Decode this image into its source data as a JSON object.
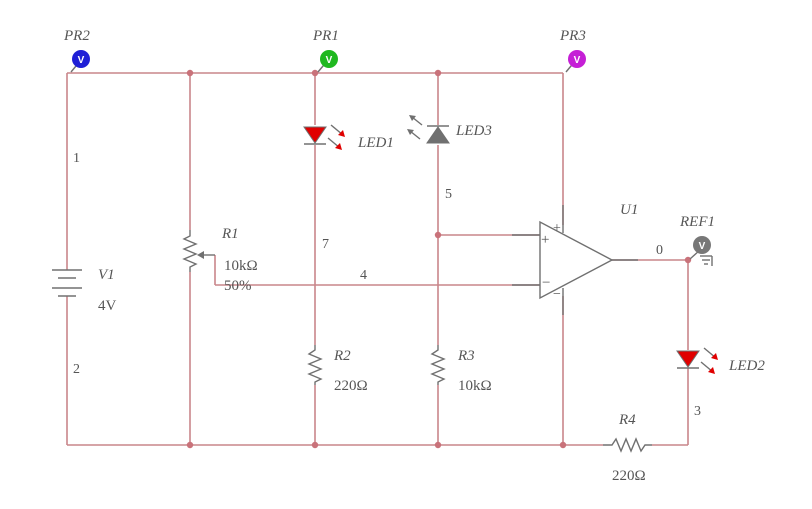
{
  "probes": {
    "pr2": {
      "label": "PR2",
      "glyph": "V",
      "color": "#1f1fd6"
    },
    "pr1": {
      "label": "PR1",
      "glyph": "V",
      "color": "#1fb81f"
    },
    "pr3": {
      "label": "PR3",
      "glyph": "V",
      "color": "#c51fd6"
    },
    "ref1": {
      "label": "REF1",
      "glyph": "V",
      "color": "#777777"
    }
  },
  "components": {
    "v1": {
      "name": "V1",
      "value": "4V"
    },
    "r1": {
      "name": "R1",
      "value": "10kΩ",
      "setting": "50%"
    },
    "r2": {
      "name": "R2",
      "value": "220Ω"
    },
    "r3": {
      "name": "R3",
      "value": "10kΩ"
    },
    "r4": {
      "name": "R4",
      "value": "220Ω"
    },
    "led1": {
      "name": "LED1",
      "color": "#e00000"
    },
    "led2": {
      "name": "LED2",
      "color": "#e00000"
    },
    "led3": {
      "name": "LED3",
      "color": "#707070"
    },
    "u1": {
      "name": "U1",
      "plus": "+",
      "minus": "−"
    }
  },
  "nets": {
    "n0": "0",
    "n1": "1",
    "n2": "2",
    "n3": "3",
    "n4": "4",
    "n5": "5",
    "n7": "7"
  },
  "colors": {
    "wire": "#c9868a",
    "junction": "#c9727a",
    "component": "#707070"
  }
}
